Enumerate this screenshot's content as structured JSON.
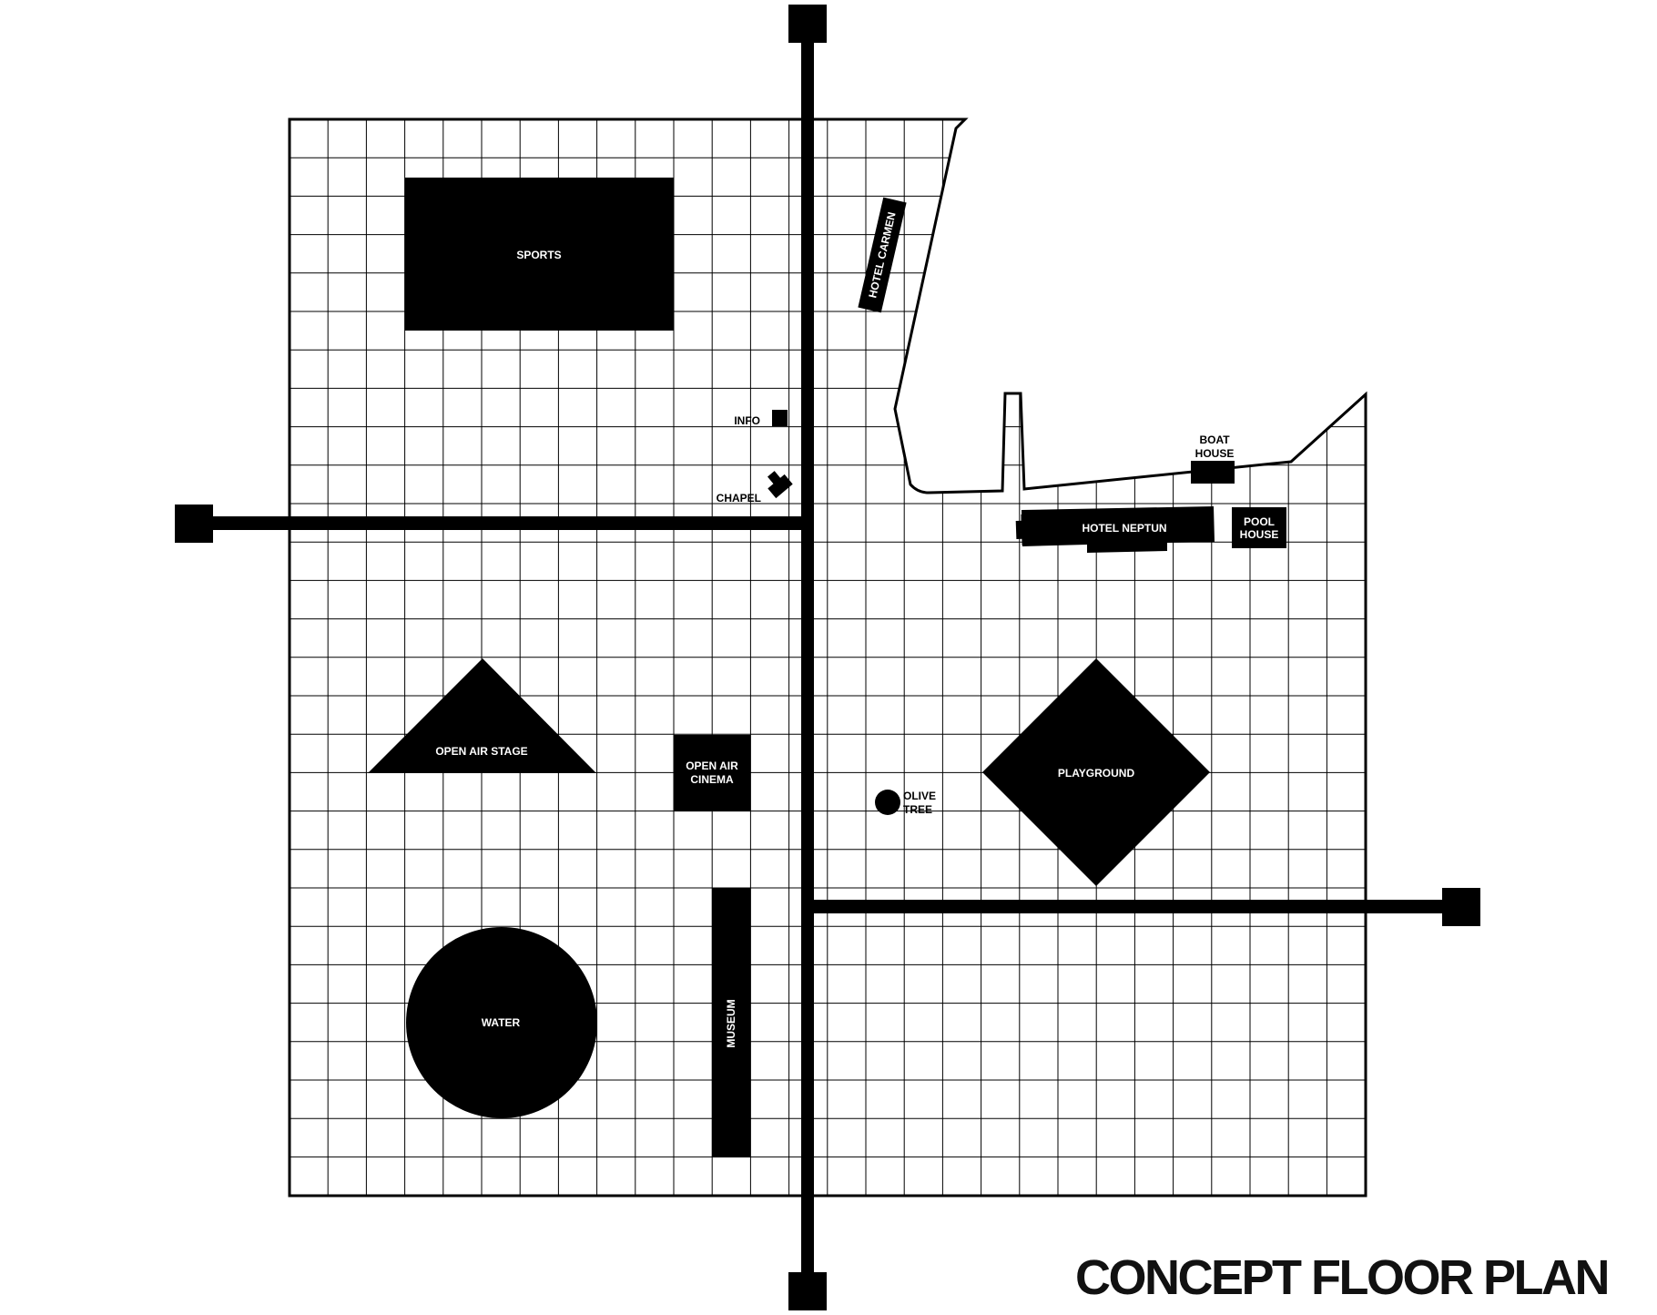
{
  "title": "CONCEPT FLOOR PLAN",
  "colors": {
    "ink": "#000000",
    "paper": "#ffffff",
    "grid": "#000000"
  },
  "labels": {
    "sports": "SPORTS",
    "hotel_carmen": "HOTEL CARMEN",
    "info": "INFO",
    "chapel": "CHAPEL",
    "boat_house": [
      "BOAT",
      "HOUSE"
    ],
    "hotel_neptun": "HOTEL NEPTUN",
    "pool_house": [
      "POOL",
      "HOUSE"
    ],
    "open_air_stage": "OPEN AIR STAGE",
    "open_air_cinema": [
      "OPEN AIR",
      "CINEMA"
    ],
    "olive_tree": [
      "OLIVE",
      "TREE"
    ],
    "playground": "PLAYGROUND",
    "water": "WATER",
    "museum": "MUSEUM"
  }
}
